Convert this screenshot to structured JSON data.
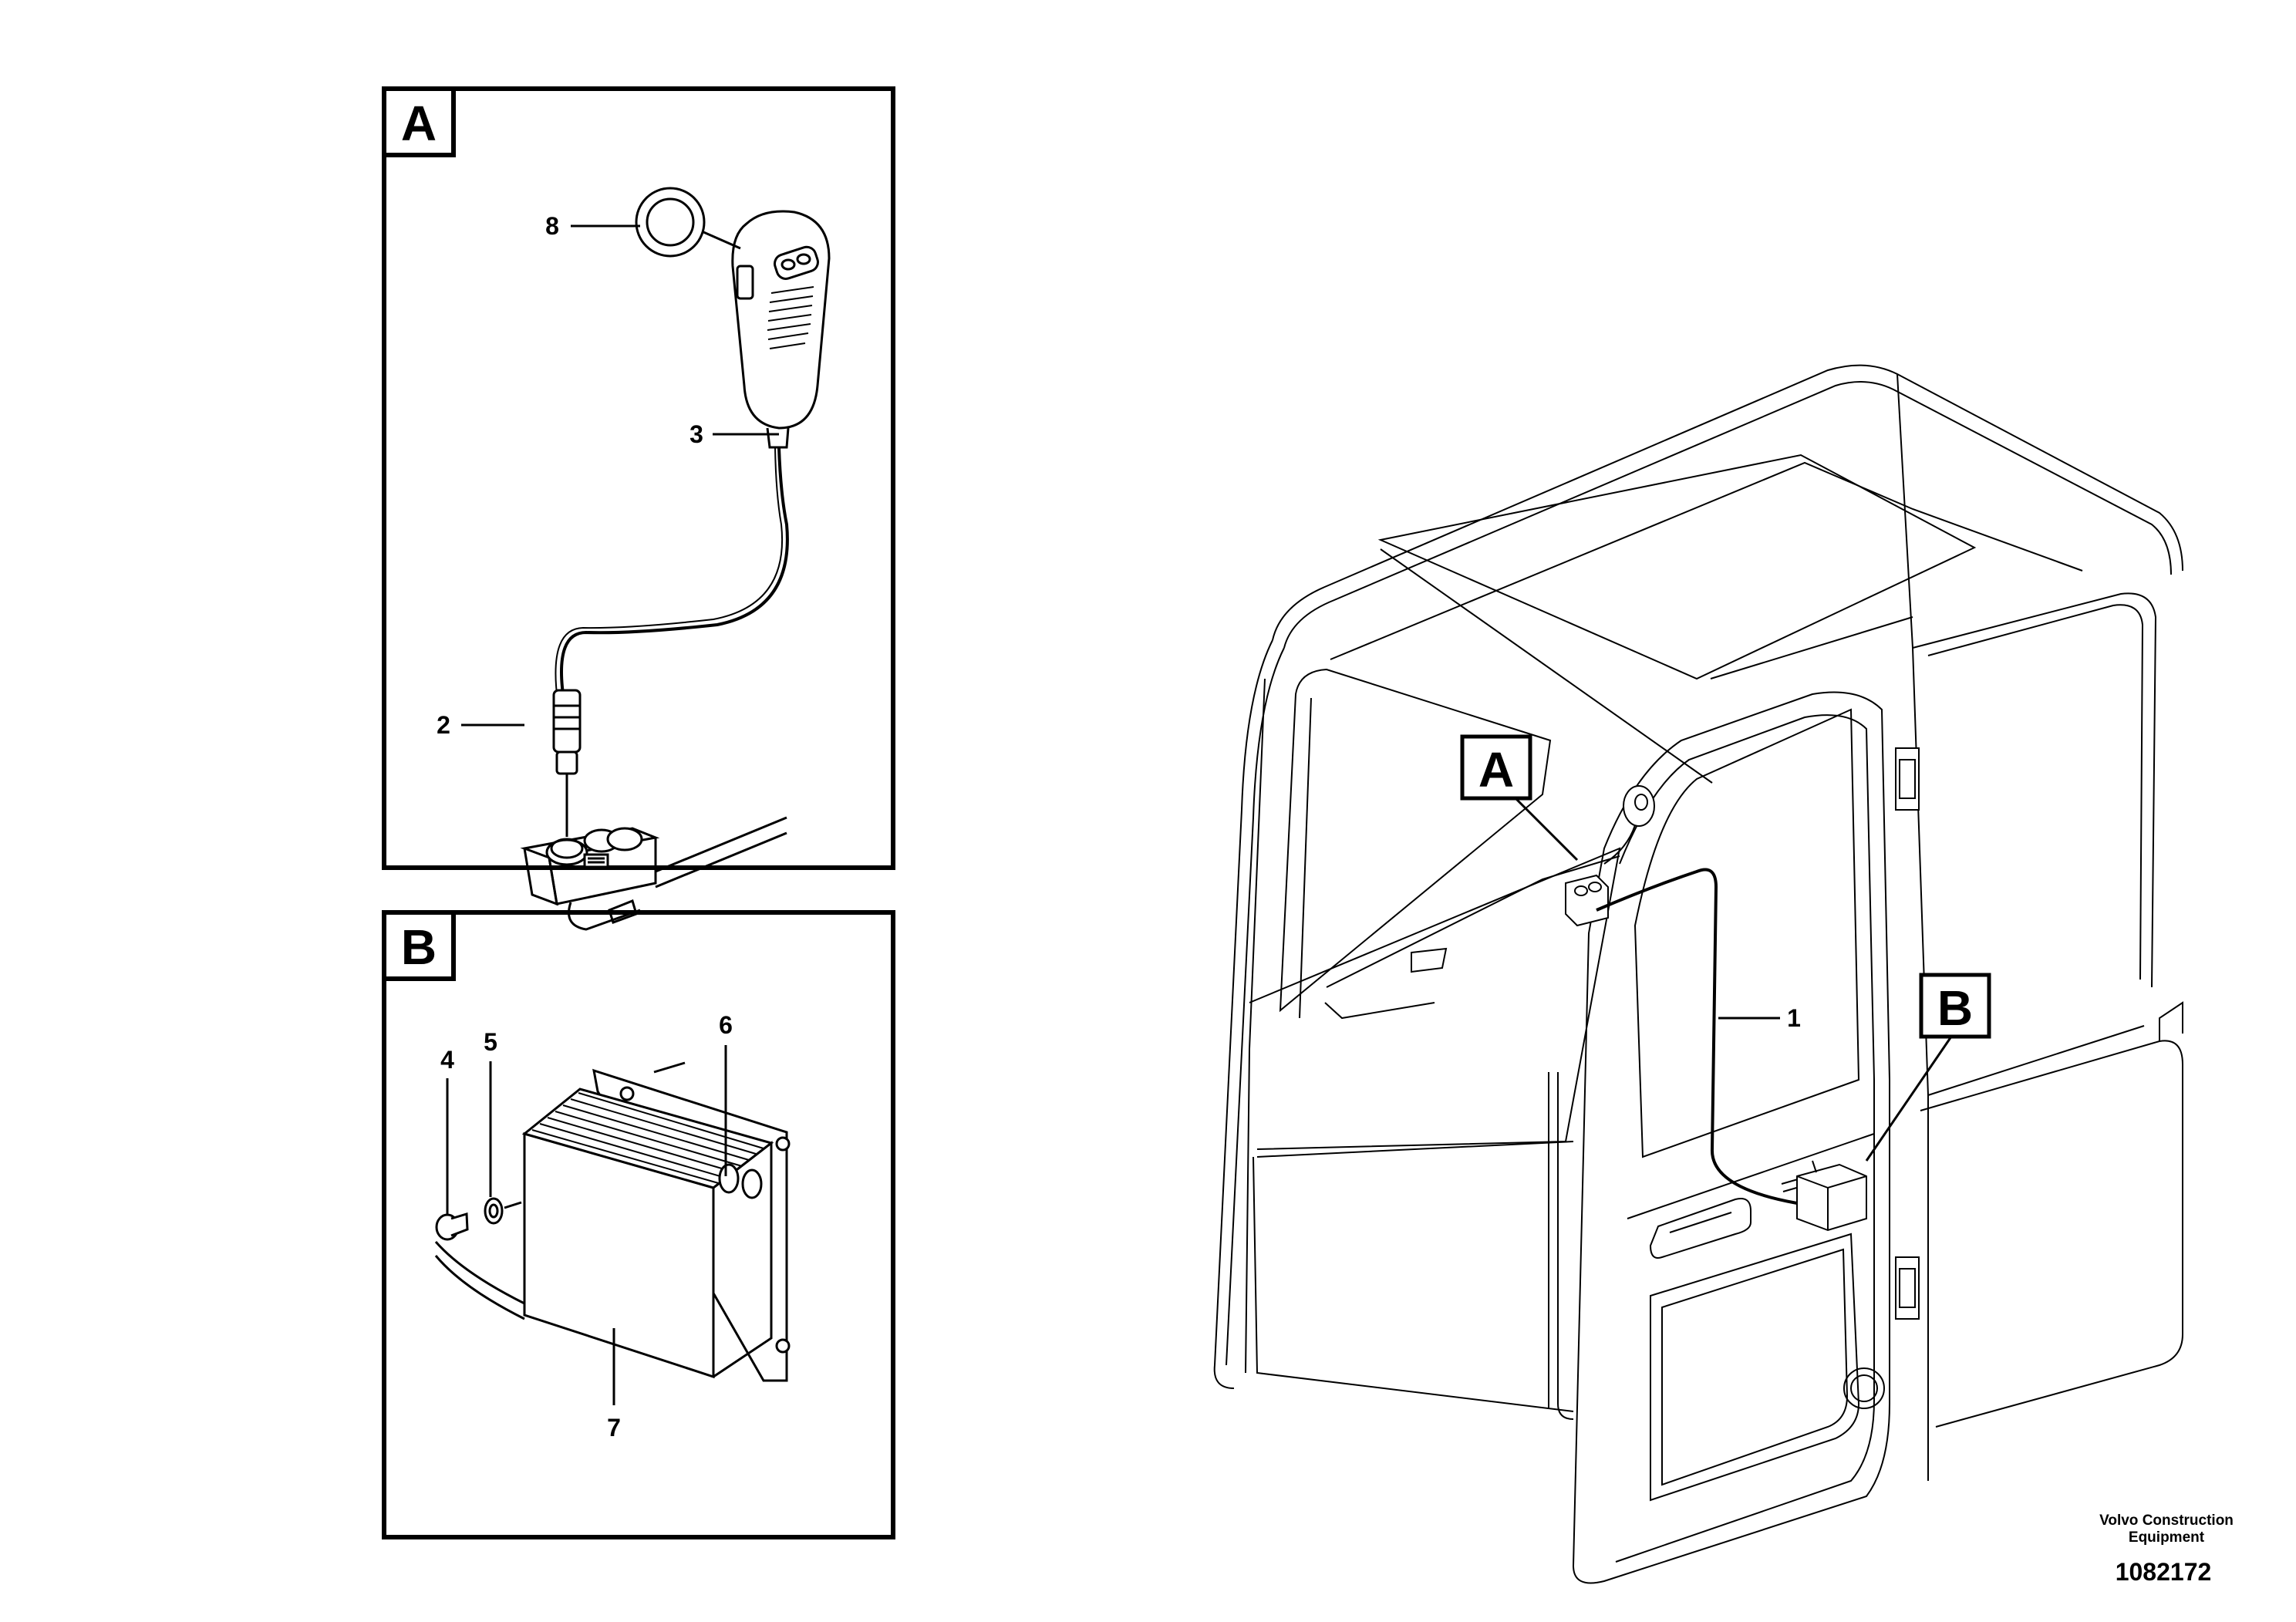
{
  "detail_a": {
    "letter": "A"
  },
  "detail_b": {
    "letter": "B"
  },
  "main_view": {
    "label_a": "A",
    "label_b": "B"
  },
  "callouts": {
    "item_1": "1",
    "item_2": "2",
    "item_3": "3",
    "item_4": "4",
    "item_5": "5",
    "item_6": "6",
    "item_7": "7",
    "item_8": "8"
  },
  "footer": {
    "credit_line1": "Volvo Construction",
    "credit_line2": "Equipment",
    "reference": "1082172"
  }
}
